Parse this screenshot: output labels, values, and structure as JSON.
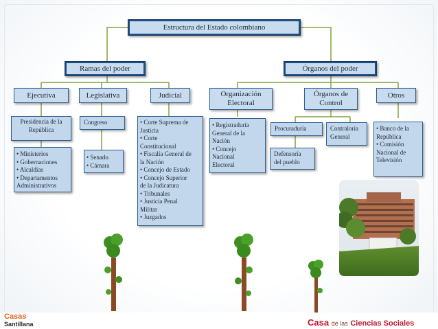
{
  "title": "Estructura del Estado colombiano",
  "branches": {
    "ramas": "Ramas del poder",
    "organos": "Órganos  del poder"
  },
  "headers": {
    "ejecutiva": "Ejecutiva",
    "legislativa": "Legislativa",
    "judicial": "Judicial",
    "org_electoral_1": "Organización",
    "org_electoral_2": "Electoral",
    "org_control_1": "Órganos de",
    "org_control_2": "Control",
    "otros": "Otros"
  },
  "ejecutiva": {
    "presidencia_1": "Presidencia de la",
    "presidencia_2": "República",
    "items": [
      "• Ministerios",
      "• Gobernaciones",
      "• Alcaldías",
      "• Departamentos",
      "Administrativos"
    ]
  },
  "legislativa": {
    "congreso": "Congreso",
    "items": [
      "• Senado",
      "• Cámara"
    ]
  },
  "judicial": {
    "items": [
      "• Corte Suprema de",
      "Justicia",
      "• Corte",
      "Constitucional",
      "• Fiscalía General de",
      "la Nación",
      "• Concejo de Estado",
      "• Concejo Superior",
      "de la Judicatura",
      "• Tribunales",
      "• Justicia Penal",
      "Militar",
      "• Juzgados"
    ]
  },
  "electoral": {
    "items": [
      "• Registraduría",
      "General de la",
      "Nación",
      "• Concejo",
      "Nacional",
      "Electoral"
    ]
  },
  "control": {
    "procuraduria": "Procuraduría",
    "contraloria_1": "Contraloría",
    "contraloria_2": "General",
    "defensoria_1": "Defensoría",
    "defensoria_2": "del pueblo"
  },
  "otros": {
    "items": [
      "• Banco de la",
      "República",
      "• Comisión",
      "Nacional de",
      "Televisión"
    ]
  },
  "footer": {
    "logo_top": "Casas",
    "logo_bottom": "Santillana",
    "brand_casa": "Casa",
    "brand_de": "de las",
    "brand_cs": "Ciencias Sociales"
  },
  "colors": {
    "box_fill": "#bcd3e9",
    "box_border": "#2e5f93",
    "brand_red": "#c0182d"
  }
}
